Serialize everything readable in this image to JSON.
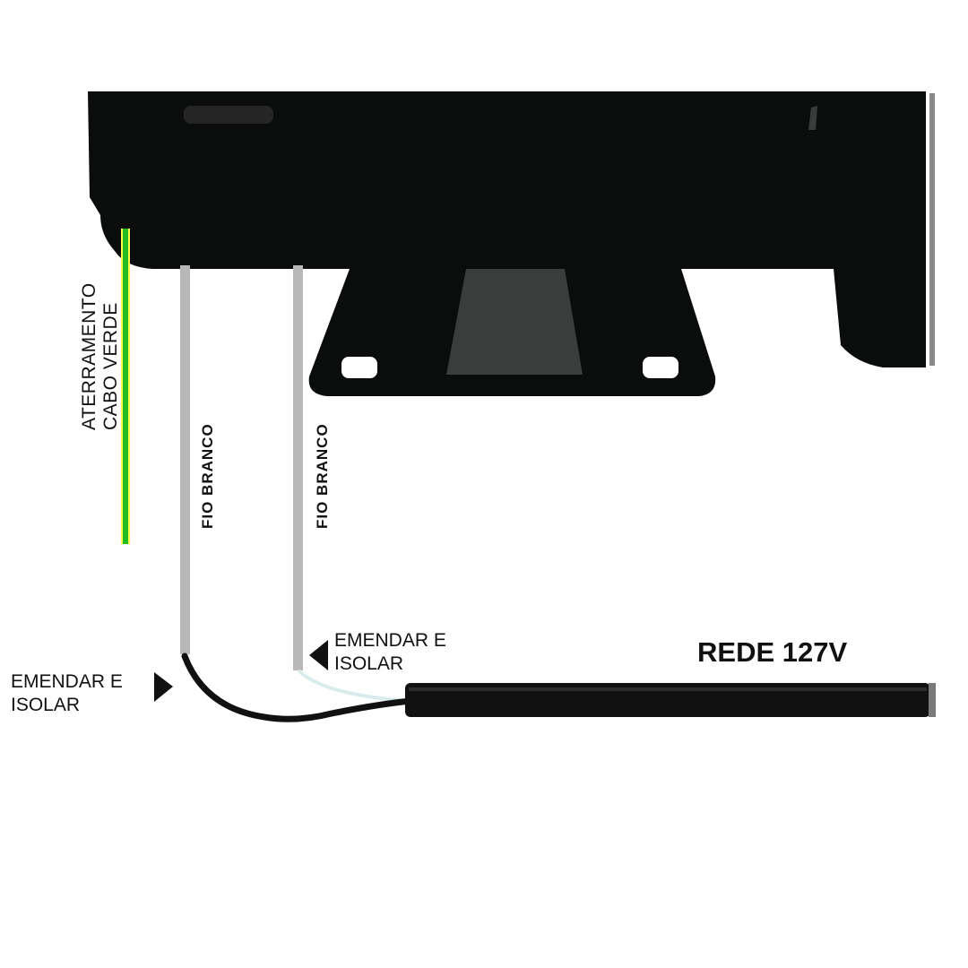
{
  "diagram": {
    "ground_label": {
      "lines": [
        "ATERRAMENTO",
        "CABO VERDE"
      ]
    },
    "wire_label_1": "FIO BRANCO",
    "wire_label_2": "FIO BRANCO",
    "splice_left": {
      "lines": [
        "EMENDAR E",
        "ISOLAR"
      ]
    },
    "splice_right": {
      "lines": [
        "EMENDAR E",
        "ISOLAR"
      ]
    },
    "mains_label": "REDE 127V"
  },
  "colors": {
    "motor_body": "#0b0d0c",
    "ground_wire": "#22bb22",
    "white_wire": "#b8b8b8",
    "cable": "#111111",
    "text": "#111111"
  }
}
